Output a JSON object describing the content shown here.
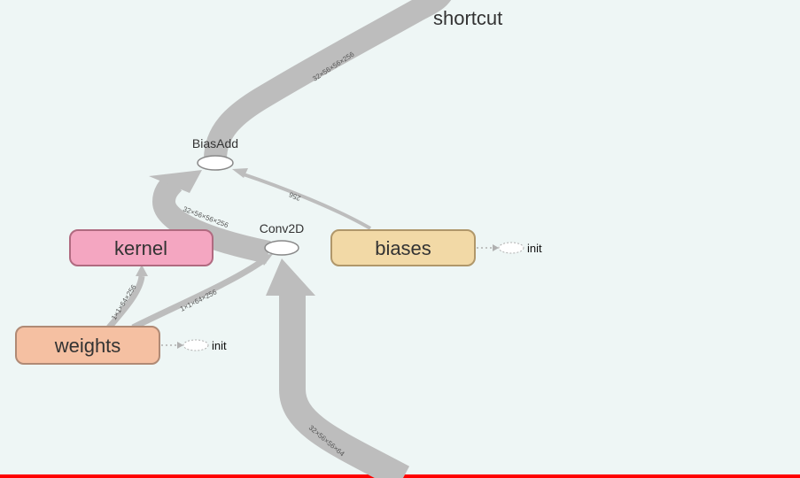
{
  "colors": {
    "background": "#eef6f5",
    "edge": "#bdbdbd",
    "kernel_fill": "#f4a6c1",
    "kernel_border": "#b06a80",
    "weights_fill": "#f5c0a2",
    "weights_border": "#b08a75",
    "biases_fill": "#f2d9a6",
    "biases_border": "#b0976a",
    "op_border": "#888888",
    "bottom_bar": "#ff0000"
  },
  "group": {
    "title": "shortcut"
  },
  "nodes": {
    "kernel": {
      "label": "kernel"
    },
    "weights": {
      "label": "weights"
    },
    "biases": {
      "label": "biases"
    },
    "bias_add": {
      "label": "BiasAdd"
    },
    "conv2d": {
      "label": "Conv2D"
    },
    "weights_init": {
      "label": "init"
    },
    "biases_init": {
      "label": "init"
    }
  },
  "edges": {
    "output": {
      "label": "32×56×56×256"
    },
    "conv_to_biasadd": {
      "label": "32×56×56×256"
    },
    "biases_to_biasadd": {
      "label": "256"
    },
    "weights_to_kernel": {
      "label": "1×1×64×256"
    },
    "weights_to_conv": {
      "label": "1×1×64×256"
    },
    "input_to_conv": {
      "label": "32×56×56×64"
    }
  }
}
